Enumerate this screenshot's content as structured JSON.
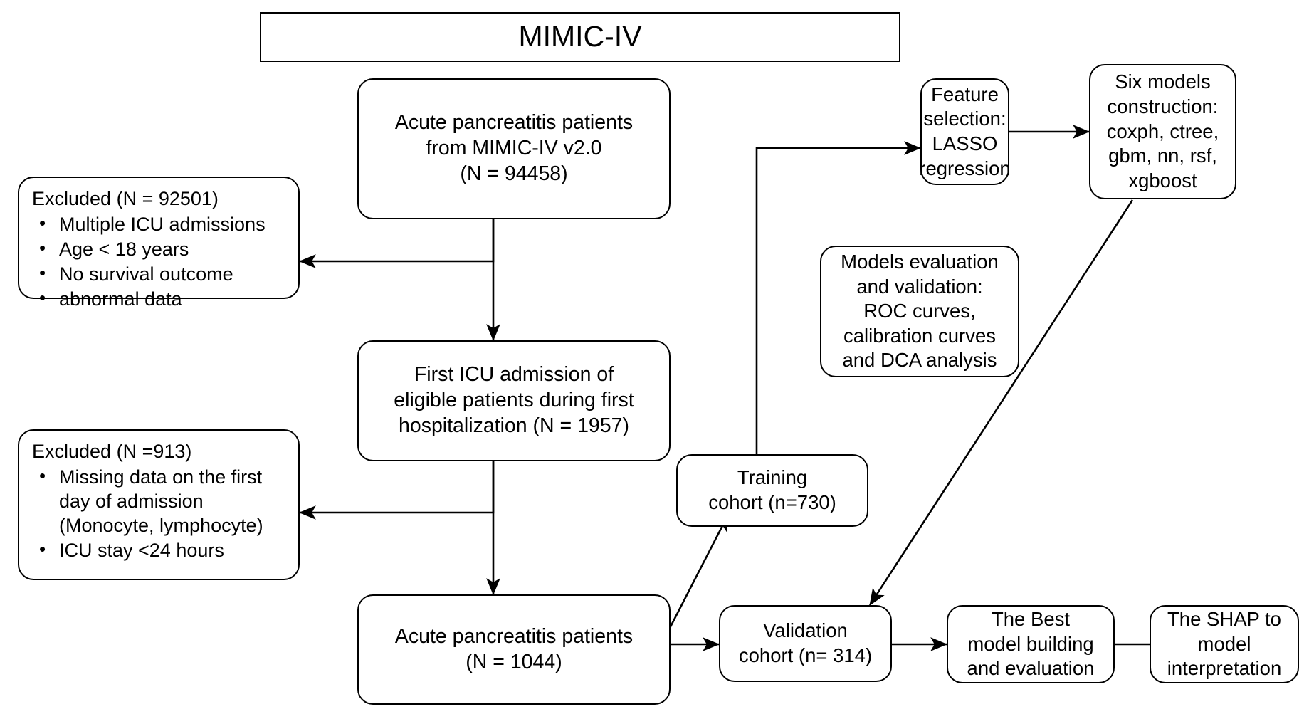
{
  "diagram": {
    "title": "MIMIC-IV study flowchart",
    "type": "flowchart",
    "colors": {
      "stroke": "#000000",
      "background": "#ffffff",
      "text": "#000000"
    }
  },
  "nodes": {
    "title_box": {
      "label": "MIMIC-IV"
    },
    "source": {
      "label": "Acute pancreatitis patients\nfrom MIMIC-IV v2.0\n(N = 94458)"
    },
    "excluded1": {
      "heading": "Excluded (N = 92501)",
      "items": [
        "Multiple ICU admissions",
        "Age < 18 years",
        "No survival outcome",
        "abnormal data"
      ]
    },
    "first_icu": {
      "label": "First ICU admission of\neligible patients during first\nhospitalization (N = 1957)"
    },
    "excluded2": {
      "heading": "Excluded (N =913)",
      "items": [
        "Missing data on the first\nday of admission\n(Monocyte, lymphocyte)",
        "ICU stay <24 hours"
      ]
    },
    "final_cohort": {
      "label": "Acute pancreatitis patients\n(N = 1044)"
    },
    "training_cohort": {
      "label": "Training\ncohort (n=730)"
    },
    "validation_cohort": {
      "label": "Validation\ncohort (n= 314)"
    },
    "feature_selection": {
      "label": "Feature\nselection:\nLASSO\nregression"
    },
    "six_models": {
      "label": "Six models\nconstruction:\ncoxph, ctree,\ngbm, nn, rsf,\nxgboost"
    },
    "models_evaluation": {
      "label": "Models evaluation\nand validation:\nROC curves,\ncalibration curves\nand DCA analysis"
    },
    "best_model": {
      "label": "The Best\nmodel building\nand evaluation"
    },
    "shap": {
      "label": "The SHAP to\nmodel\ninterpretation"
    }
  },
  "edges": [
    {
      "from": "title_box",
      "to": "source",
      "style": "none"
    },
    {
      "from": "source",
      "to": "excluded1",
      "style": "arrow-left"
    },
    {
      "from": "source",
      "to": "first_icu",
      "style": "arrow-down"
    },
    {
      "from": "first_icu",
      "to": "excluded2",
      "style": "arrow-left"
    },
    {
      "from": "first_icu",
      "to": "final_cohort",
      "style": "arrow-down"
    },
    {
      "from": "final_cohort",
      "to": "training_cohort",
      "style": "arrow-diagonal-up-right"
    },
    {
      "from": "final_cohort",
      "to": "validation_cohort",
      "style": "arrow-right"
    },
    {
      "from": "training_cohort",
      "to": "feature_selection",
      "style": "elbow-up-right-arrow"
    },
    {
      "from": "feature_selection",
      "to": "six_models",
      "style": "arrow-right"
    },
    {
      "from": "six_models",
      "to": "validation_cohort",
      "style": "arrow-diagonal-down-left"
    },
    {
      "from": "validation_cohort",
      "to": "best_model",
      "style": "arrow-right"
    },
    {
      "from": "best_model",
      "to": "shap",
      "style": "line"
    }
  ]
}
